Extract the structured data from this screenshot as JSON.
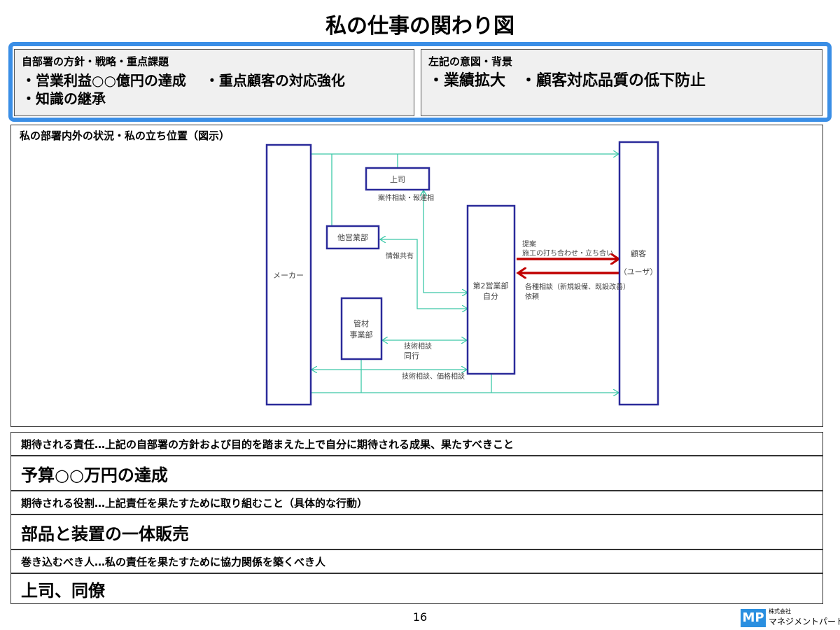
{
  "title": "私の仕事の関わり図",
  "policy": {
    "heading": "自部署の方針・戦略・重点課題",
    "lines": [
      "・営業利益○○億円の達成　 ・重点顧客の対応強化",
      "・知識の継承"
    ]
  },
  "background": {
    "heading": "左記の意図・背景",
    "lines": [
      "・業績拡大　・顧客対応品質の低下防止"
    ]
  },
  "diagram": {
    "heading": "私の部署内外の状況・私の立ち位置（図示）",
    "nodes": {
      "maker": "メーカー",
      "boss": "上司",
      "other_sales": "他営業部",
      "pipe1": "管材",
      "pipe2": "事業部",
      "self1": "第2営業部",
      "self2": "自分",
      "customer1": "顧客",
      "customer2": "（ユーザ）"
    },
    "labels": {
      "boss_consult": "案件相談・報連相",
      "info_share": "情報共有",
      "tech1": "技術相談",
      "tech2": "同行",
      "tech_price": "技術相談、価格相談",
      "proposal1": "提案",
      "proposal2": "施工の打ち合わせ・立ち合い",
      "request1": "各種相談（新規設備、既設改善）",
      "request2": "依頼"
    },
    "colors": {
      "line": "#3cc8a8",
      "box": "#2a2a9a",
      "red": "#c00000"
    }
  },
  "rows": [
    {
      "label": "期待される責任…上記の自部署の方針および目的を踏まえた上で自分に期待される成果、果たすべきこと",
      "value": "予算○○万円の達成"
    },
    {
      "label": "期待される役割…上記責任を果たすために取り組むこと（具体的な行動）",
      "value": "部品と装置の一体販売"
    },
    {
      "label": "巻き込むべき人…私の責任を果たすために協力関係を築くべき人",
      "value": "上司、同僚"
    }
  ],
  "page_number": "16",
  "logo": {
    "mark": "MP",
    "line1": "株式会社",
    "line2": "マネジメントパートナー"
  }
}
